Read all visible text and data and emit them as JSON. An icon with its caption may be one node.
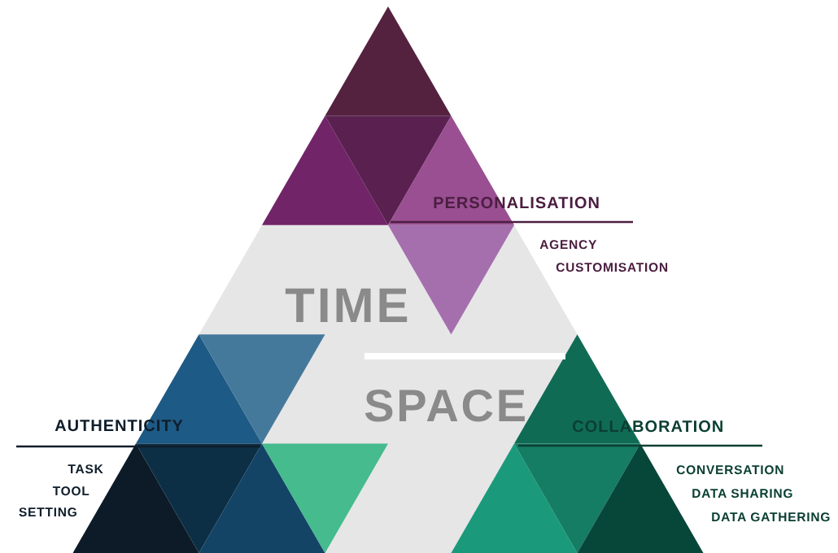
{
  "diagram": {
    "labels": [
      "PERSONALISATION",
      "AGENCY",
      "CUSTOMISATION",
      "TIME",
      "SPACE",
      "AUTHENTICITY",
      "COLLABORATION",
      "TASK",
      "CONVERSATION",
      "TOOL",
      "DATA SHARING",
      "SETTING",
      "DATA GATHERING"
    ]
  }
}
